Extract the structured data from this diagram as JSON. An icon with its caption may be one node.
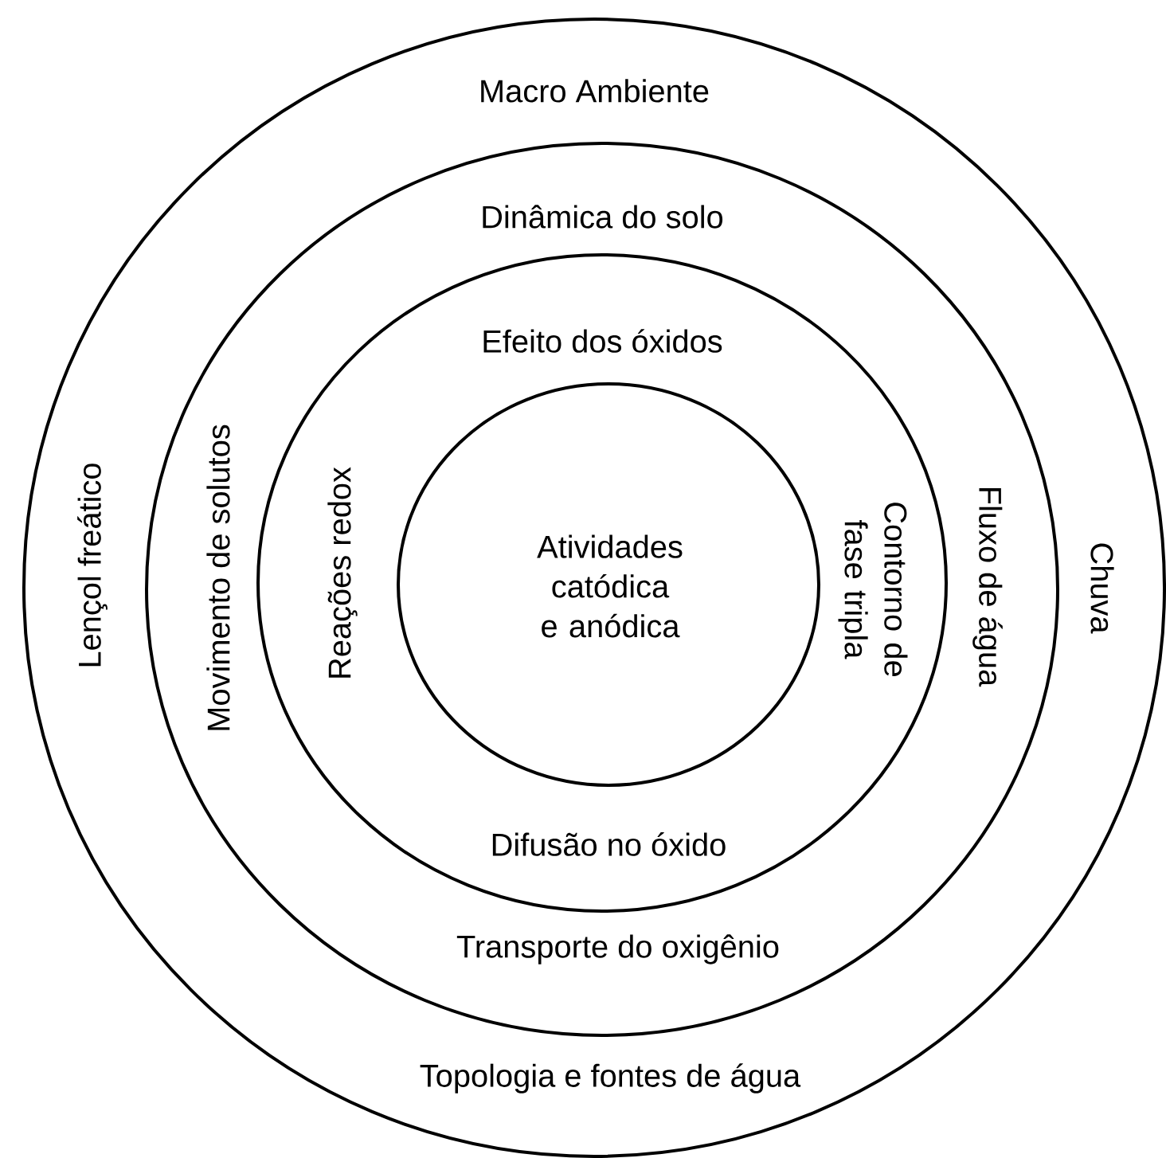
{
  "diagram": {
    "nodes": [
      {
        "text": [
          "Macro Ambiente",
          "Lençol freático",
          "Chuva",
          "Topologia e fontes de água"
        ]
      },
      {
        "text": [
          "Dinâmica do solo",
          "Movimento de solutos",
          "Fluxo de água",
          "Transporte do oxigênio"
        ],
        "in": 0
      },
      {
        "text": [
          "Efeito dos óxidos",
          "Reações redox",
          "Contorno de fase tripla",
          "Difusão no óxido"
        ],
        "in": 1
      },
      {
        "text": [
          "Atividades catódica e anódica"
        ],
        "in": 2
      }
    ]
  }
}
